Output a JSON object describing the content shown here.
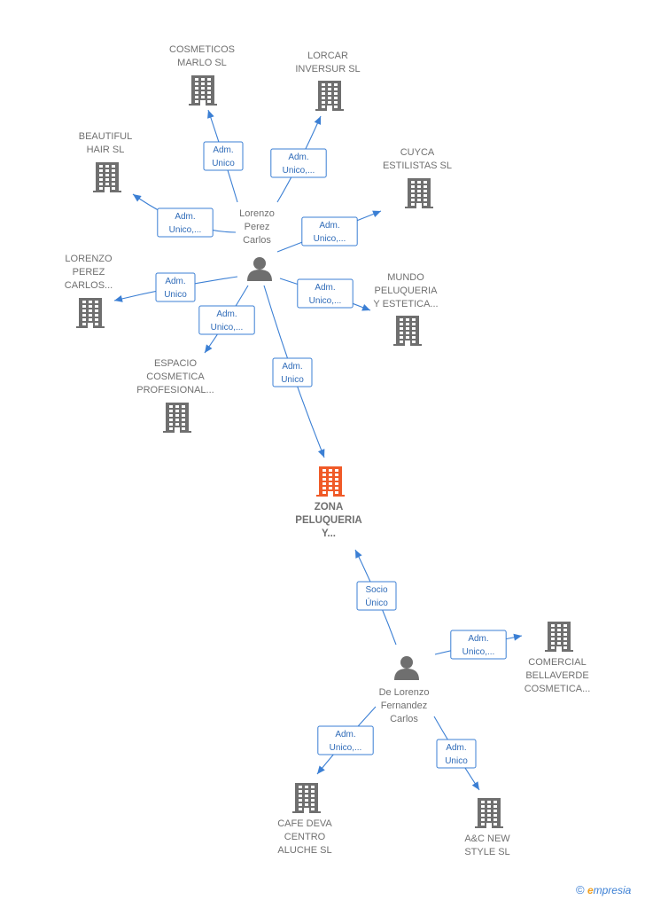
{
  "colors": {
    "edge": "#3b7fd4",
    "node": "#6f6f6f",
    "focus": "#f05a28",
    "label_text": "#2f6bb8"
  },
  "people": [
    {
      "id": "p1",
      "lines": [
        "Lorenzo",
        "Perez",
        "Carlos"
      ]
    },
    {
      "id": "p2",
      "lines": [
        "De Lorenzo",
        "Fernandez",
        "Carlos"
      ]
    }
  ],
  "companies": [
    {
      "id": "c_cosmeticos",
      "lines": [
        "COSMETICOS",
        "MARLO  SL"
      ]
    },
    {
      "id": "c_lorcar",
      "lines": [
        "LORCAR",
        "INVERSUR  SL"
      ]
    },
    {
      "id": "c_beautiful",
      "lines": [
        "BEAUTIFUL",
        "HAIR  SL"
      ]
    },
    {
      "id": "c_cuyca",
      "lines": [
        "CUYCA",
        "ESTILISTAS SL"
      ]
    },
    {
      "id": "c_lorenzo",
      "lines": [
        "LORENZO",
        "PEREZ",
        "CARLOS..."
      ]
    },
    {
      "id": "c_mundo",
      "lines": [
        "MUNDO",
        "PELUQUERIA",
        "Y ESTETICA..."
      ]
    },
    {
      "id": "c_espacio",
      "lines": [
        "ESPACIO",
        "COSMETICA",
        "PROFESIONAL..."
      ]
    },
    {
      "id": "c_zona",
      "focus": true,
      "lines": [
        "ZONA",
        "PELUQUERIA",
        "Y..."
      ]
    },
    {
      "id": "c_comercial",
      "lines": [
        "COMERCIAL",
        "BELLAVERDE",
        "COSMETICA..."
      ]
    },
    {
      "id": "c_cafe",
      "lines": [
        "CAFE DEVA",
        "CENTRO",
        "ALUCHE  SL"
      ]
    },
    {
      "id": "c_ac",
      "lines": [
        "A&C NEW",
        "STYLE  SL"
      ]
    }
  ],
  "edges": [
    {
      "from": "p1",
      "to": "c_cosmeticos",
      "label": [
        "Adm.",
        "Unico"
      ]
    },
    {
      "from": "p1",
      "to": "c_lorcar",
      "label": [
        "Adm.",
        "Unico,..."
      ]
    },
    {
      "from": "p1",
      "to": "c_beautiful",
      "label": [
        "Adm.",
        "Unico,..."
      ]
    },
    {
      "from": "p1",
      "to": "c_cuyca",
      "label": [
        "Adm.",
        "Unico,..."
      ]
    },
    {
      "from": "p1",
      "to": "c_lorenzo",
      "label": [
        "Adm.",
        "Unico"
      ]
    },
    {
      "from": "p1",
      "to": "c_mundo",
      "label": [
        "Adm.",
        "Unico,..."
      ]
    },
    {
      "from": "p1",
      "to": "c_espacio",
      "label": [
        "Adm.",
        "Unico,..."
      ]
    },
    {
      "from": "p1",
      "to": "c_zona",
      "label": [
        "Adm.",
        "Unico"
      ]
    },
    {
      "from": "p2",
      "to": "c_zona",
      "label": [
        "Socio",
        "Único"
      ]
    },
    {
      "from": "p2",
      "to": "c_comercial",
      "label": [
        "Adm.",
        "Unico,..."
      ]
    },
    {
      "from": "p2",
      "to": "c_cafe",
      "label": [
        "Adm.",
        "Unico,..."
      ]
    },
    {
      "from": "p2",
      "to": "c_ac",
      "label": [
        "Adm.",
        "Unico"
      ]
    }
  ],
  "brand": {
    "copyright": "©",
    "initial": "e",
    "rest": "mpresia"
  }
}
